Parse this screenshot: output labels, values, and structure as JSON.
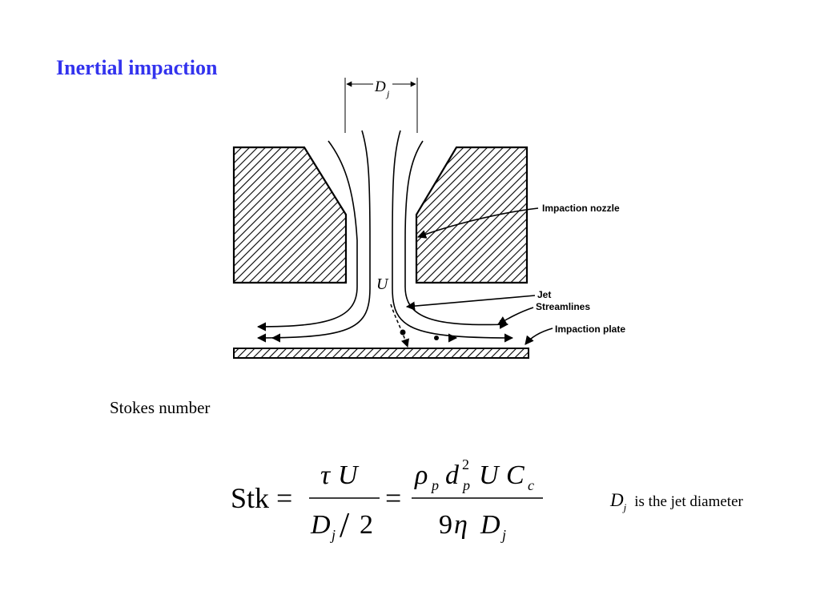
{
  "slide": {
    "title": "Inertial impaction",
    "section_label": "Stokes number"
  },
  "diagram": {
    "dimension_label": "D",
    "dimension_subscript": "j",
    "velocity_label": "U",
    "callouts": [
      "Impaction nozzle",
      "Jet",
      "Streamlines",
      "Impaction plate"
    ]
  },
  "equation": {
    "lhs": "Stk",
    "equals": "=",
    "frac1_num_tau": "τ",
    "frac1_num_u": "U",
    "frac1_den_d": "D",
    "frac1_den_sub": "j",
    "frac1_den_slash": "/",
    "frac1_den_two": "2",
    "frac2_rho": "ρ",
    "frac2_rho_sub": "p",
    "frac2_d": "d",
    "frac2_d_sup": "2",
    "frac2_d_sub": "p",
    "frac2_u": "U",
    "frac2_c": "C",
    "frac2_c_sub": "c",
    "frac2_nine": "9",
    "frac2_eta": "η",
    "frac2_den_d": "D",
    "frac2_den_sub": "j"
  },
  "definition": {
    "symbol": "D",
    "subscript": "j",
    "text": "is the jet diameter"
  },
  "colors": {
    "title": "#3333ee",
    "ink": "#000000"
  }
}
